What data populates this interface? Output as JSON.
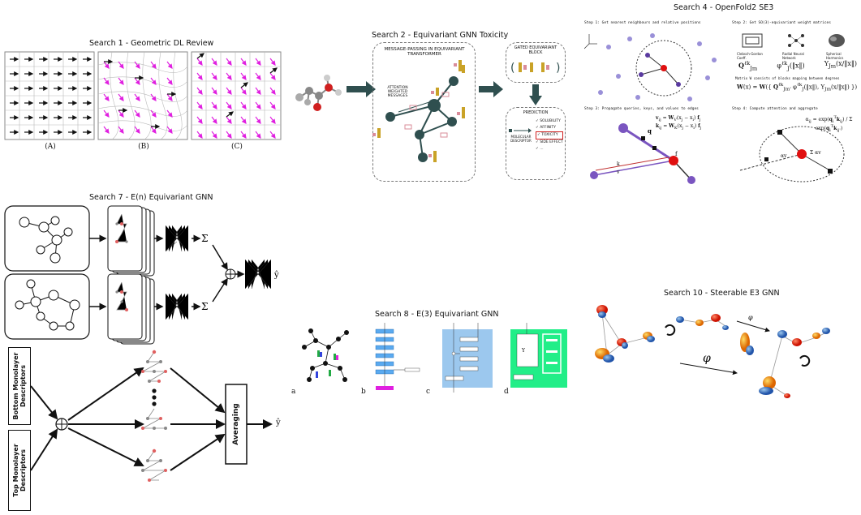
{
  "search1": {
    "title": "Search 1 - Geometric DL Review",
    "captions": [
      "(A)",
      "(B)",
      "(C)"
    ]
  },
  "search2": {
    "title": "Search 2 - Equivariant GNN Toxicity",
    "mp_title": "MESSAGE-PASSING IN EQUIVARIANT TRANSFORMER",
    "attention_label": "ATTENTION WEIGHTED MESSAGES",
    "gated_title": "GATED EQUIVARIANT BLOCK",
    "prediction_title": "PREDICTION",
    "descriptor_label": "MOLECULAR DESCRIPTOR",
    "predictions": [
      "SOLUBILITY",
      "AFFINITY",
      "TOXICITY",
      "SIDE EFFECT",
      "..."
    ]
  },
  "search4": {
    "title": "Search 4 - OpenFold2 SE3",
    "step1": "Step 1: Get nearest neighbours and relative positions",
    "step2": "Step 2: Get SO(3)-equivariant weight matrices",
    "step3": "Step 3: Propagate queries, keys, and values to edges",
    "step4": "Step 4: Compute attention and aggregate",
    "matrix_note": "Matrix W consists of blocks mapping between degrees",
    "cg_label": "Clebsch-Gordon Coeff.",
    "radial_label": "Radial Neural Network",
    "sph_label": "Spherical Harmonics"
  },
  "search7": {
    "title": "Search 7 - E(n) Equivariant GNN",
    "bottom_label": "Bottom Monolayer Descriptors",
    "top_label": "Top Monolayer Descriptors",
    "averaging": "Averaging",
    "output_symbol": "ŷ"
  },
  "search8": {
    "title": "Search 8 - E(3) Equivariant GNN",
    "panel_labels": [
      "a",
      "b",
      "c",
      "d"
    ]
  },
  "search10": {
    "title": "Search 10 - Steerable E3 GNN",
    "phi": "φ"
  },
  "colors": {
    "teal": "#2f4f4f",
    "gold": "#c9a227",
    "pink": "#d98c9a",
    "magenta": "#e020e0",
    "red": "#e01010",
    "purple": "#7a55c0",
    "green": "#22ee88",
    "blue": "#9cc8ee"
  }
}
